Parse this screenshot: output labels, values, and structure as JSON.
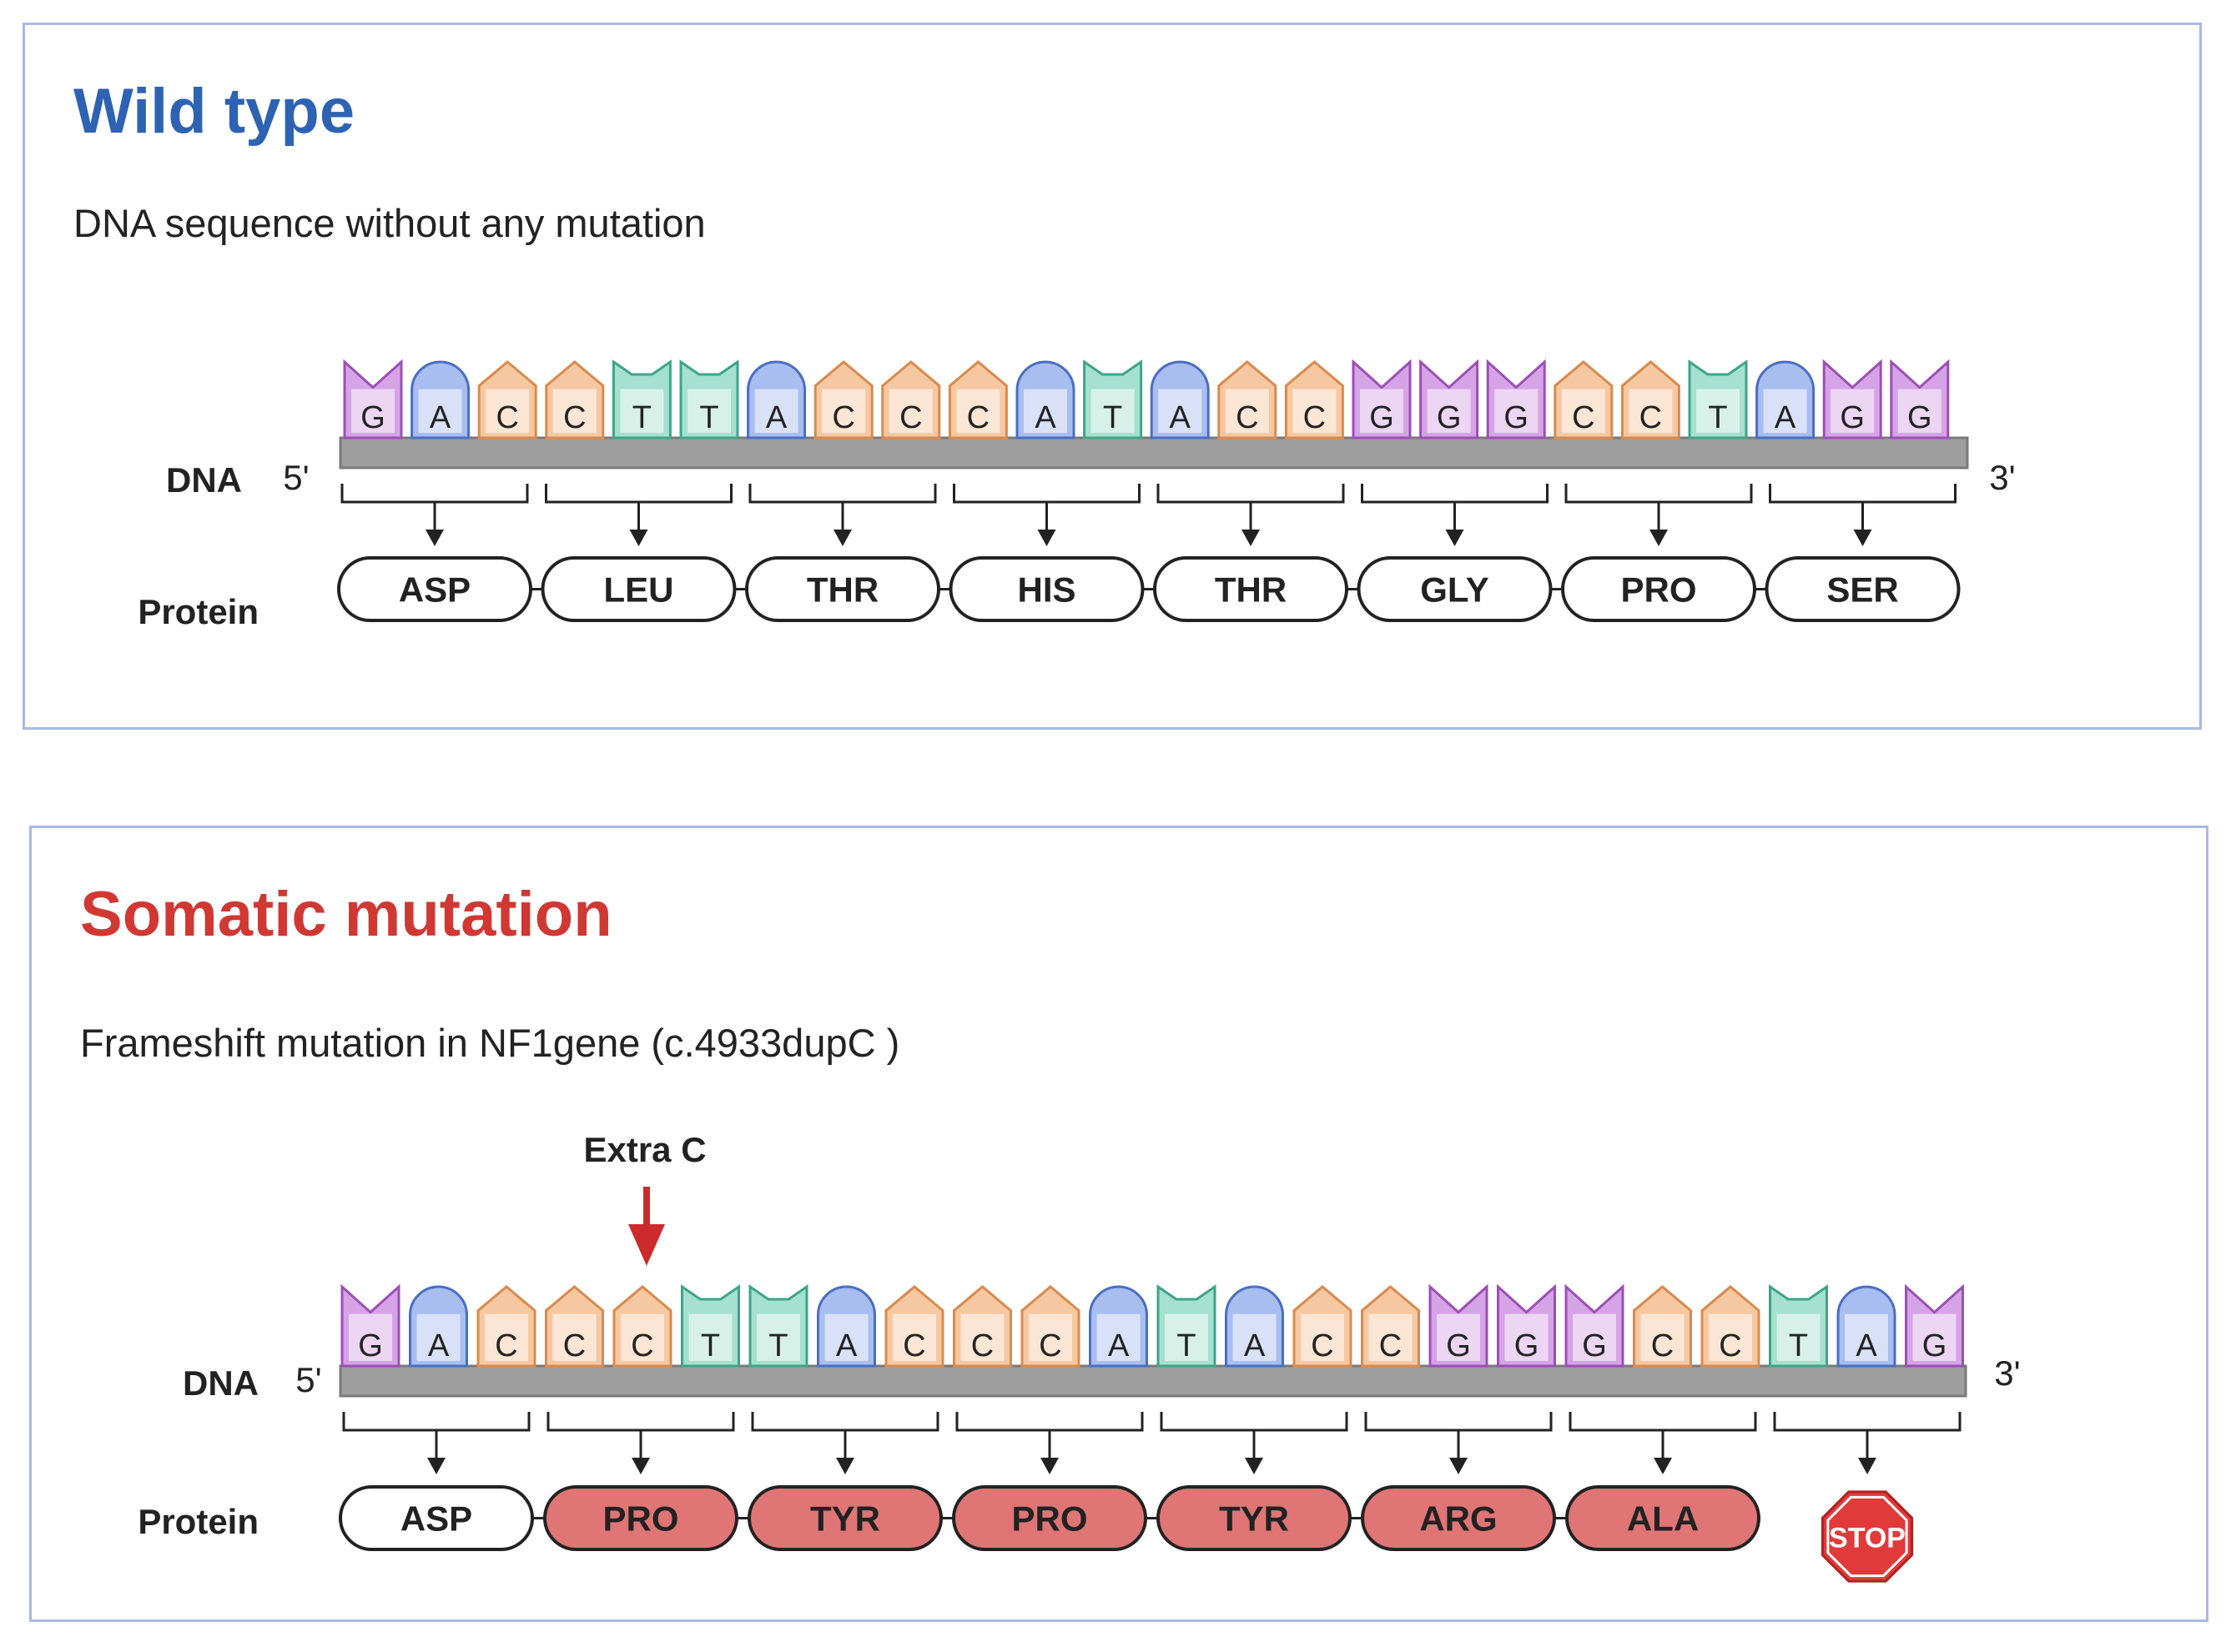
{
  "colors": {
    "G": "#d5a4e6",
    "A": "#a8bdf0",
    "C": "#f6c8a2",
    "T": "#a6e0cf",
    "strand": "#9e9e9e",
    "wild_title": "#2e63b3",
    "mutation_title": "#d03833",
    "mutant_residue": "#e07575",
    "arrow_red": "#cc2b2b",
    "stop": "#e03a3a"
  },
  "wild_type": {
    "title": "Wild type",
    "subtitle": "DNA sequence without any mutation",
    "dna_label": "DNA",
    "five_prime": "5'",
    "three_prime": "3'",
    "protein_label": "Protein",
    "bases": [
      "G",
      "A",
      "C",
      "C",
      "T",
      "T",
      "A",
      "C",
      "C",
      "C",
      "A",
      "T",
      "A",
      "C",
      "C",
      "G",
      "G",
      "G",
      "C",
      "C",
      "T",
      "A",
      "G",
      "G"
    ],
    "residues": [
      "ASP",
      "LEU",
      "THR",
      "HIS",
      "THR",
      "GLY",
      "PRO",
      "SER"
    ]
  },
  "mutation": {
    "title": "Somatic mutation",
    "subtitle": "Frameshift mutation in NF1gene (c.4933dupC )",
    "annotation": "Extra C",
    "dna_label": "DNA",
    "five_prime": "5'",
    "three_prime": "3'",
    "protein_label": "Protein",
    "bases": [
      "G",
      "A",
      "C",
      "C",
      "C",
      "T",
      "T",
      "A",
      "C",
      "C",
      "C",
      "A",
      "T",
      "A",
      "C",
      "C",
      "G",
      "G",
      "G",
      "C",
      "C",
      "T",
      "A",
      "G"
    ],
    "residues": [
      "ASP",
      "PRO",
      "TYR",
      "PRO",
      "TYR",
      "ARG",
      "ALA"
    ],
    "mutant_residues": [
      "PRO",
      "TYR",
      "PRO",
      "TYR",
      "ARG",
      "ALA"
    ],
    "stop_label": "STOP"
  }
}
